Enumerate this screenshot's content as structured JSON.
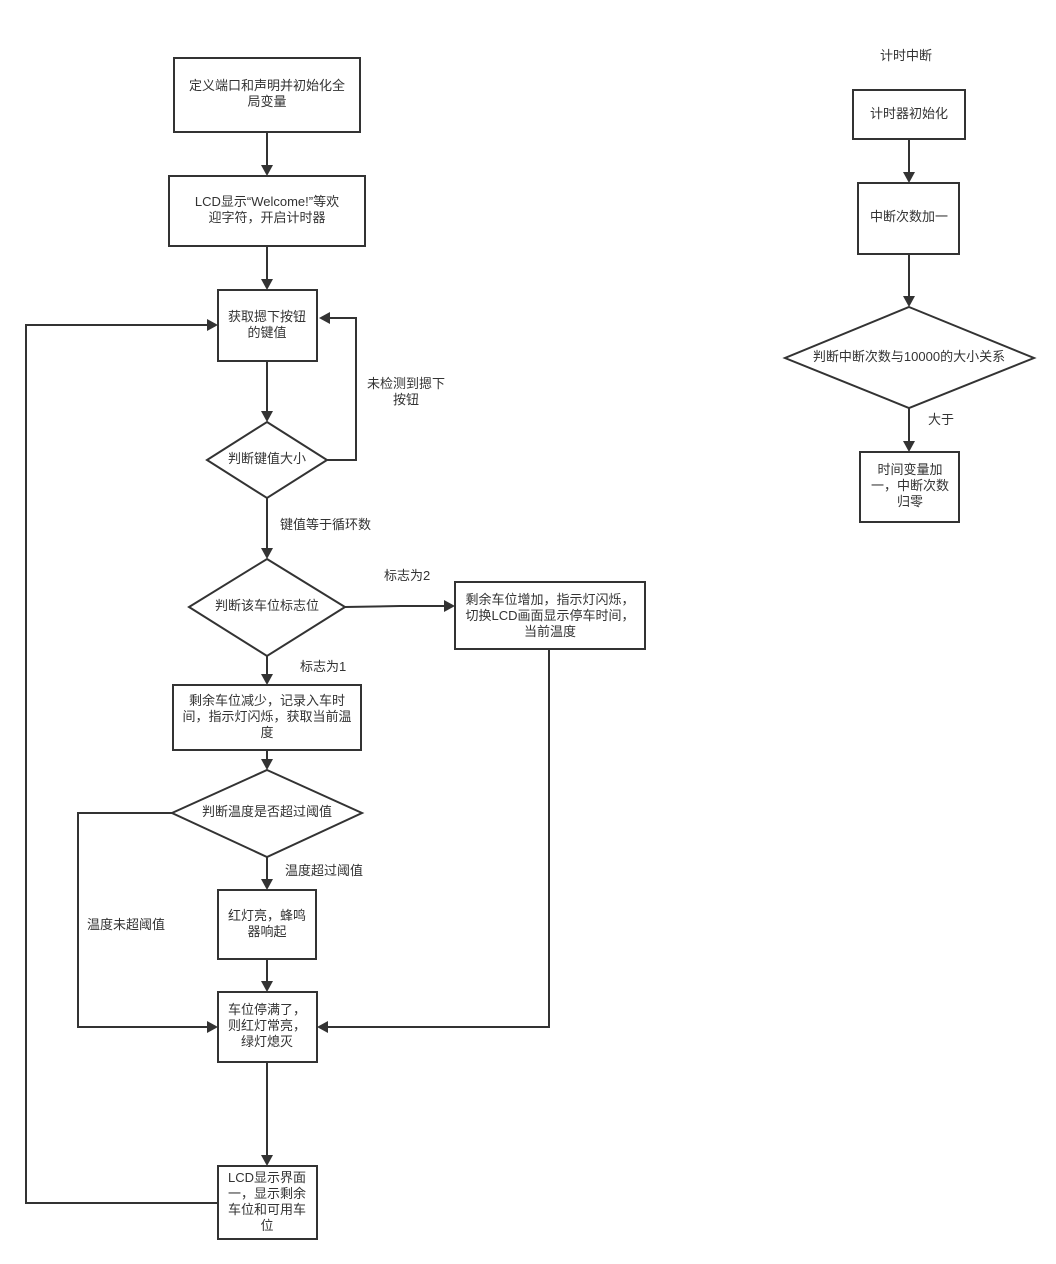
{
  "nodes": {
    "init": {
      "lines": [
        "定义端口和声明并初始化全",
        "局变量"
      ]
    },
    "welcome": {
      "lines": [
        "LCD显示“Welcome!”等欢",
        "迎字符，开启计时器"
      ]
    },
    "getkey": {
      "lines": [
        "获取摁下按钮",
        "的键值"
      ]
    },
    "judgekey": {
      "lines": [
        "判断键值大小"
      ]
    },
    "judgeflag": {
      "lines": [
        "判断该车位标志位"
      ]
    },
    "increase": {
      "lines": [
        "剩余车位增加，指示灯闪烁，",
        "切换LCD画面显示停车时间，",
        "当前温度"
      ]
    },
    "decrease": {
      "lines": [
        "剩余车位减少，记录入车时",
        "间，指示灯闪烁，获取当前温",
        "度"
      ]
    },
    "judgetemp": {
      "lines": [
        "判断温度是否超过阈值"
      ]
    },
    "alarm": {
      "lines": [
        "红灯亮，蜂鸣",
        "器响起"
      ]
    },
    "full": {
      "lines": [
        "车位停满了，",
        "则红灯常亮，",
        "绿灯熄灭"
      ]
    },
    "display": {
      "lines": [
        "LCD显示界面",
        "一，显示剩余",
        "车位和可用车",
        "位"
      ]
    },
    "timer_title": {
      "lines": [
        "计时中断"
      ]
    },
    "timer_init": {
      "lines": [
        "计时器初始化"
      ]
    },
    "int_inc": {
      "lines": [
        "中断次数加一"
      ]
    },
    "judge_int": {
      "lines": [
        "判断中断次数与10000的大小关系"
      ]
    },
    "time_inc": {
      "lines": [
        "时间变量加",
        "一，中断次数",
        "归零"
      ]
    }
  },
  "edge_labels": {
    "not_pressed": [
      "未检测到摁下",
      "按钮"
    ],
    "key_equal": [
      "键值等于循环数"
    ],
    "flag2": [
      "标志为2"
    ],
    "flag1": [
      "标志为1"
    ],
    "temp_over": [
      "温度超过阈值"
    ],
    "temp_not_over": [
      "温度未超阈值"
    ],
    "greater": [
      "大于"
    ]
  }
}
